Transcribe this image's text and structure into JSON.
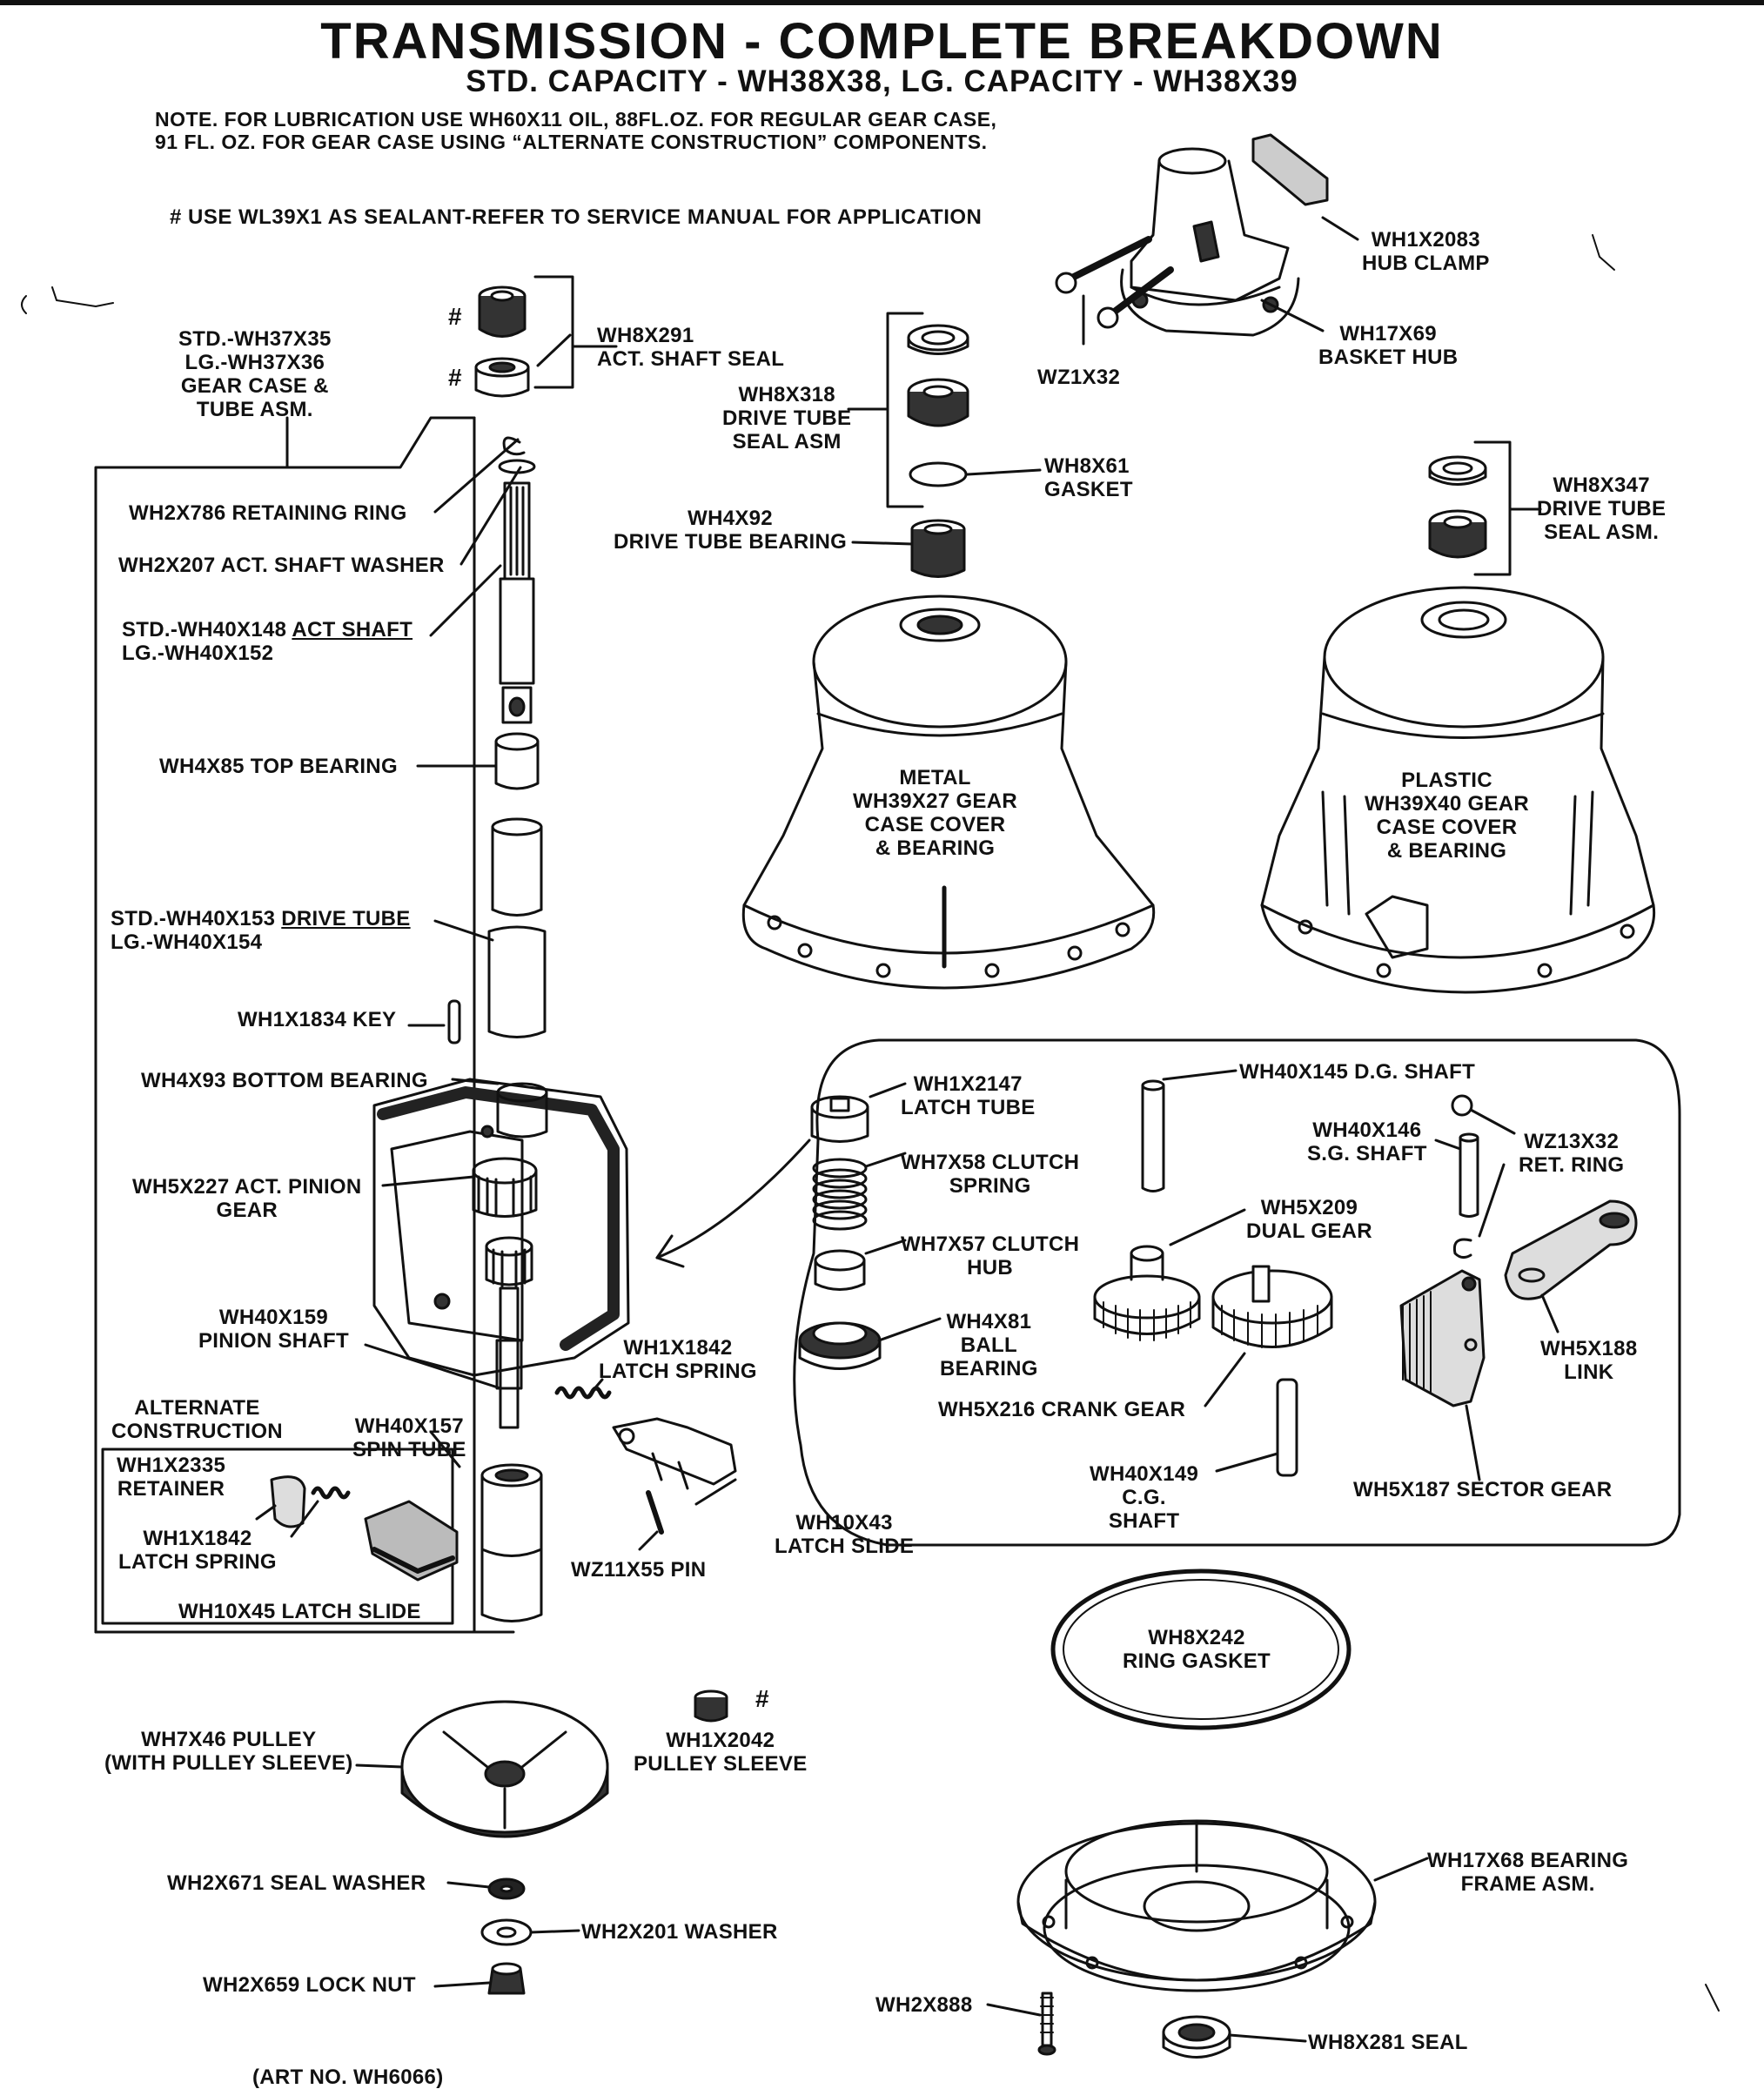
{
  "header": {
    "title": "TRANSMISSION - COMPLETE BREAKDOWN",
    "subtitle": "STD. CAPACITY - WH38X38, LG. CAPACITY - WH38X39",
    "note_line1": "NOTE. FOR LUBRICATION USE WH60X11 OIL, 88FL.OZ. FOR REGULAR GEAR CASE,",
    "note_line2": "91 FL. OZ. FOR GEAR CASE USING “ALTERNATE CONSTRUCTION” COMPONENTS.",
    "sealant_note": "# USE WL39X1 AS SEALANT-REFER TO SERVICE MANUAL FOR APPLICATION"
  },
  "labels": {
    "gear_case_tube": [
      "STD.-WH37X35",
      "LG.-WH37X36",
      "GEAR CASE &",
      "TUBE ASM."
    ],
    "hash_mark": "#",
    "act_shaft_seal": [
      "WH8X291",
      "ACT. SHAFT SEAL"
    ],
    "retaining_ring": "WH2X786 RETAINING RING",
    "act_shaft_washer": "WH2X207 ACT. SHAFT WASHER",
    "act_shaft_prefix": "STD.-WH40X148 ",
    "act_shaft_underlined": "ACT SHAFT",
    "act_shaft_lg": "LG.-WH40X152",
    "top_bearing": "WH4X85 TOP BEARING",
    "drive_tube_prefix": "STD.-WH40X153 ",
    "drive_tube_underlined": "DRIVE TUBE",
    "drive_tube_lg": "LG.-WH40X154",
    "key": "WH1X1834 KEY",
    "bottom_bearing": "WH4X93 BOTTOM BEARING",
    "pinion_gear": [
      "WH5X227 ACT. PINION",
      "GEAR"
    ],
    "pinion_shaft": [
      "WH40X159",
      "PINION SHAFT"
    ],
    "alternate_construction": [
      "ALTERNATE",
      "CONSTRUCTION"
    ],
    "retainer": [
      "WH1X2335",
      "RETAINER"
    ],
    "alt_latch_spring": [
      "WH1X1842",
      "LATCH SPRING"
    ],
    "alt_latch_slide": "WH10X45 LATCH SLIDE",
    "spin_tube": [
      "WH40X157",
      "SPIN TUBE"
    ],
    "latch_spring": [
      "WH1X1842",
      "LATCH SPRING"
    ],
    "latch_slide": [
      "WH10X43",
      "LATCH SLIDE"
    ],
    "pin": "WZ11X55 PIN",
    "hub_clamp": [
      "WH1X2083",
      "HUB CLAMP"
    ],
    "basket_hub": [
      "WH17X69",
      "BASKET HUB"
    ],
    "bolts": "WZ1X32",
    "drive_tube_seal_asm_left": [
      "WH8X318",
      "DRIVE TUBE",
      "SEAL ASM"
    ],
    "gasket": [
      "WH8X61",
      "GASKET"
    ],
    "drive_tube_bearing": [
      "WH4X92",
      "DRIVE TUBE BEARING"
    ],
    "drive_tube_seal_asm_right": [
      "WH8X347",
      "DRIVE TUBE",
      "SEAL ASM."
    ],
    "metal_cover": [
      "METAL",
      "WH39X27 GEAR",
      "CASE COVER",
      "& BEARING"
    ],
    "plastic_cover": [
      "PLASTIC",
      "WH39X40 GEAR",
      "CASE COVER",
      "& BEARING"
    ],
    "latch_tube": [
      "WH1X2147",
      "LATCH TUBE"
    ],
    "clutch_spring": [
      "WH7X58 CLUTCH",
      "SPRING"
    ],
    "clutch_hub": [
      "WH7X57 CLUTCH",
      "HUB"
    ],
    "ball_bearing": [
      "WH4X81",
      "BALL",
      "BEARING"
    ],
    "dg_shaft": "WH40X145 D.G. SHAFT",
    "sg_shaft": [
      "WH40X146",
      "S.G. SHAFT"
    ],
    "ret_ring": [
      "WZ13X32",
      "RET. RING"
    ],
    "dual_gear": [
      "WH5X209",
      "DUAL GEAR"
    ],
    "crank_gear": "WH5X216 CRANK GEAR",
    "link": [
      "WH5X188",
      "LINK"
    ],
    "cg_shaft": [
      "WH40X149",
      "C.G.",
      "SHAFT"
    ],
    "sector_gear": "WH5X187 SECTOR GEAR",
    "ring_gasket": [
      "WH8X242",
      "RING GASKET"
    ],
    "pulley": [
      "WH7X46 PULLEY",
      "(WITH PULLEY SLEEVE)"
    ],
    "pulley_sleeve": [
      "WH1X2042",
      "PULLEY SLEEVE"
    ],
    "seal_washer": "WH2X671 SEAL WASHER",
    "washer": "WH2X201 WASHER",
    "lock_nut": "WH2X659 LOCK NUT",
    "bearing_frame": [
      "WH17X68 BEARING",
      "FRAME ASM."
    ],
    "wh2x888": "WH2X888",
    "seal_281": "WH8X281 SEAL",
    "art_no": "(ART NO. WH6066)"
  }
}
